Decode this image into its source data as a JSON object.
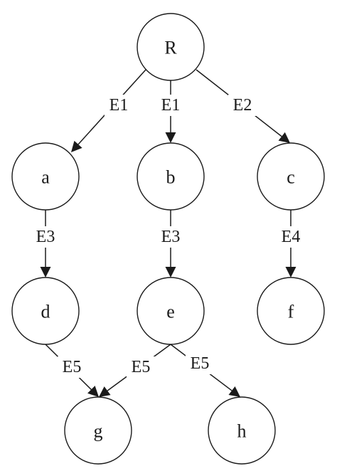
{
  "nodes": [
    {
      "id": "R",
      "label": "R"
    },
    {
      "id": "a",
      "label": "a"
    },
    {
      "id": "b",
      "label": "b"
    },
    {
      "id": "c",
      "label": "c"
    },
    {
      "id": "d",
      "label": "d"
    },
    {
      "id": "e",
      "label": "e"
    },
    {
      "id": "f",
      "label": "f"
    },
    {
      "id": "g",
      "label": "g"
    },
    {
      "id": "h",
      "label": "h"
    }
  ],
  "edges": [
    {
      "id": "R-a",
      "from": "R",
      "to": "a",
      "label": "E1"
    },
    {
      "id": "R-b",
      "from": "R",
      "to": "b",
      "label": "E1"
    },
    {
      "id": "R-c",
      "from": "R",
      "to": "c",
      "label": "E2"
    },
    {
      "id": "a-d",
      "from": "a",
      "to": "d",
      "label": "E3"
    },
    {
      "id": "b-e",
      "from": "b",
      "to": "e",
      "label": "E3"
    },
    {
      "id": "c-f",
      "from": "c",
      "to": "f",
      "label": "E4"
    },
    {
      "id": "d-g",
      "from": "d",
      "to": "g",
      "label": "E5"
    },
    {
      "id": "e-g",
      "from": "e",
      "to": "g",
      "label": "E5"
    },
    {
      "id": "e-h",
      "from": "e",
      "to": "h",
      "label": "E5"
    }
  ],
  "colors": {
    "stroke": "#1a1a1a",
    "background": "#ffffff"
  }
}
